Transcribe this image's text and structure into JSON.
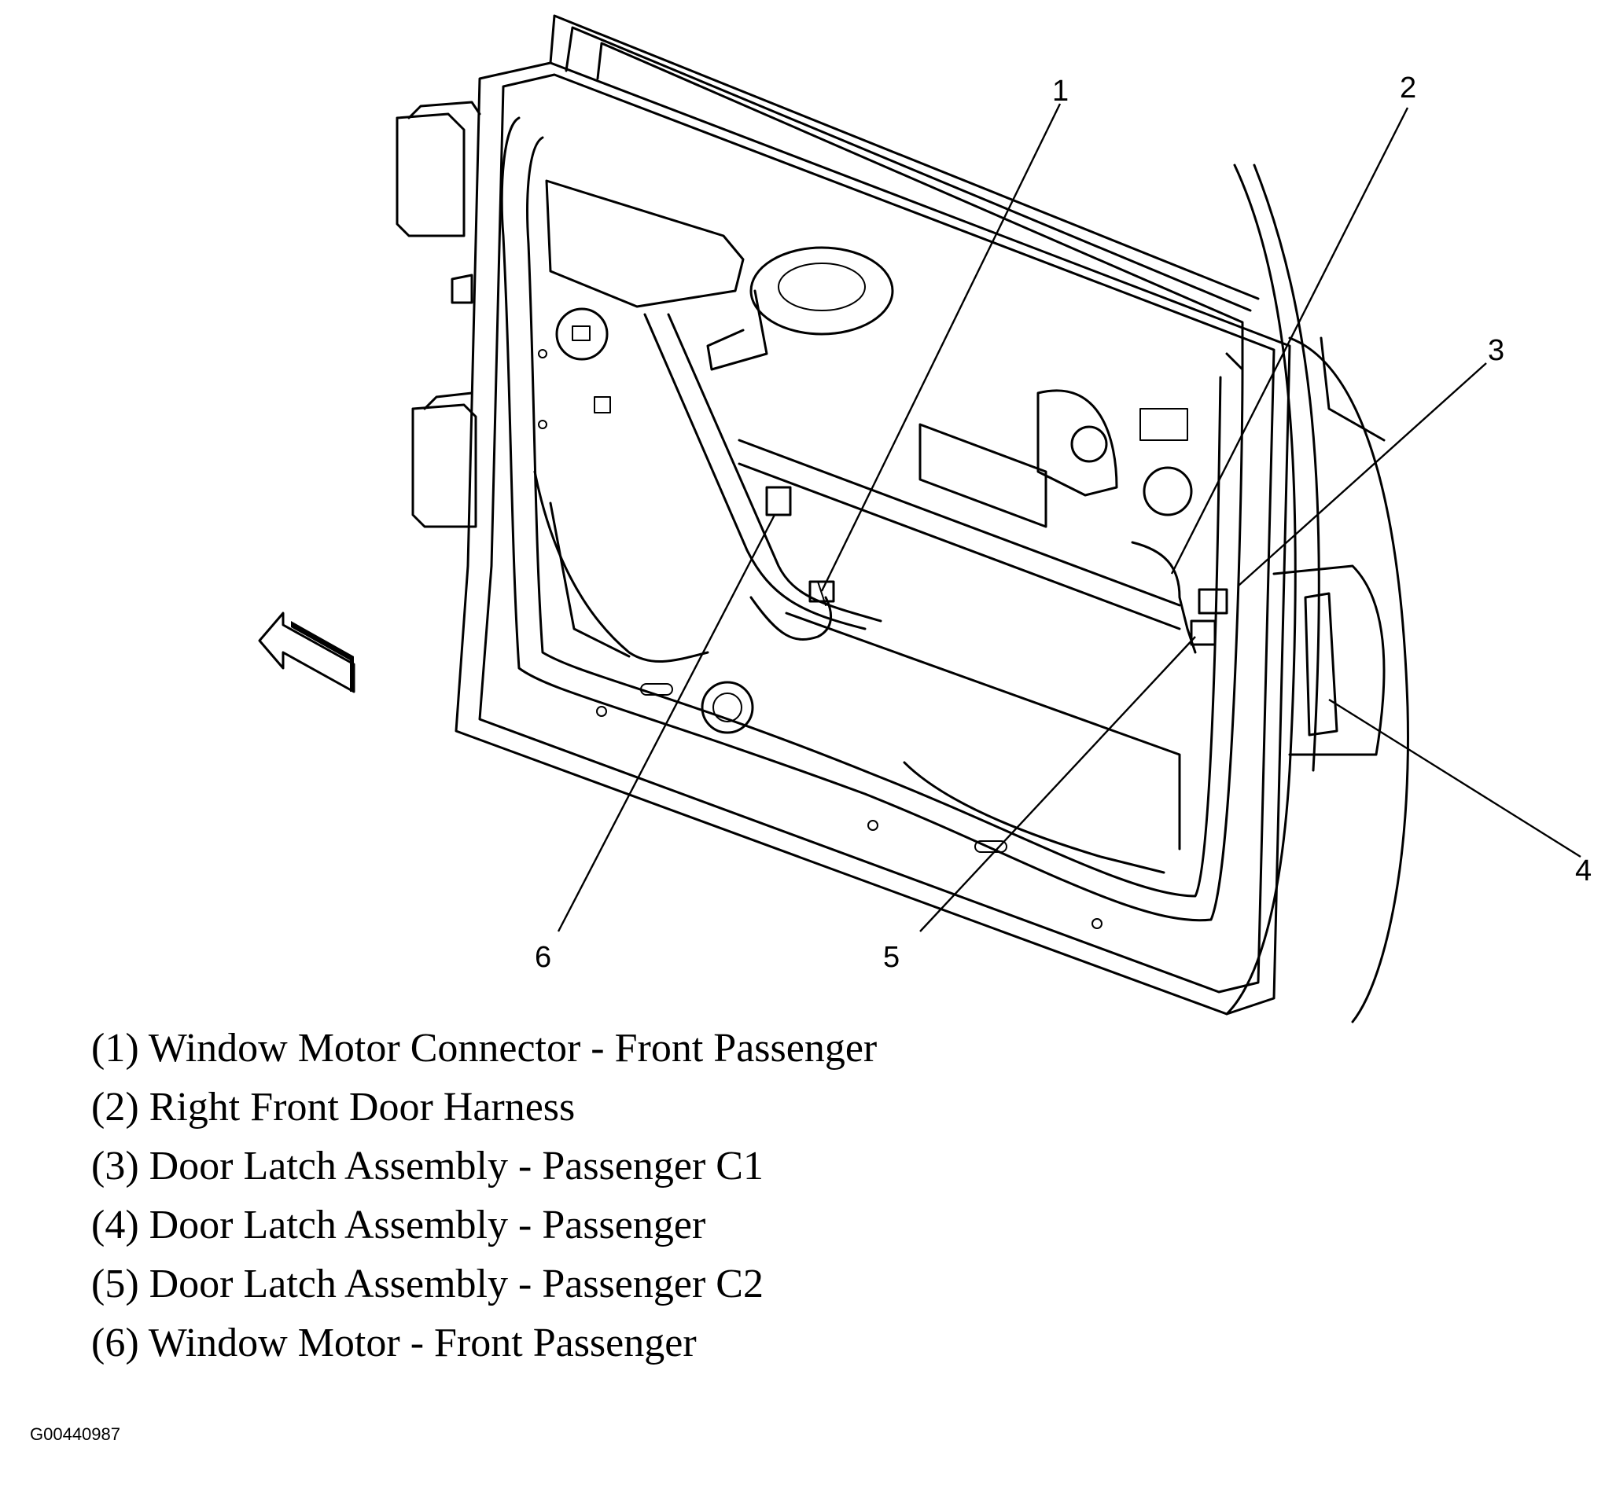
{
  "callouts": [
    {
      "number": "1",
      "legend": "(1) Window Motor Connector - Front Passenger"
    },
    {
      "number": "2",
      "legend": "(2) Right Front Door Harness"
    },
    {
      "number": "3",
      "legend": "(3) Door Latch Assembly - Passenger C1"
    },
    {
      "number": "4",
      "legend": "(4) Door Latch Assembly - Passenger"
    },
    {
      "number": "5",
      "legend": "(5) Door Latch Assembly - Passenger C2"
    },
    {
      "number": "6",
      "legend": "(6) Window Motor - Front Passenger"
    }
  ],
  "figure_id": "G00440987",
  "colors": {
    "line": "#000000",
    "background": "#ffffff"
  }
}
